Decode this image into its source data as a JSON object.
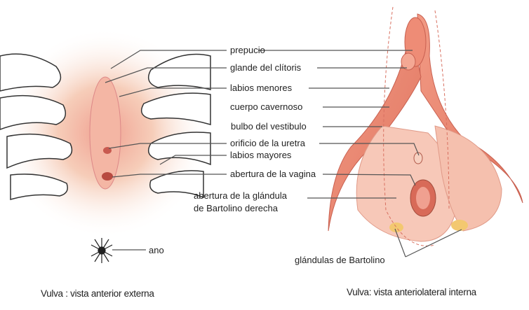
{
  "labels": {
    "prepucio": "prepucio",
    "glande": "glande del clítoris",
    "labios_menores": "labios menores",
    "cuerpo_cavernoso": "cuerpo cavernoso",
    "bulbo": "bulbo del vestibulo",
    "orificio_uretra": "orificio de la uretra",
    "labios_mayores": "labios mayores",
    "abertura_vagina": "abertura de la vagina",
    "bartolino_line1": "abertura de la glándula",
    "bartolino_line2": "de Bartolino derecha",
    "ano": "ano",
    "glandulas_bartolino": "glándulas de Bartolino"
  },
  "captions": {
    "left": "Vulva : vista anterior externa",
    "right": "Vulva: vista anteriolateral interna"
  },
  "colors": {
    "skin": "#f7dccb",
    "pink": "#f0a898",
    "salmon": "#e8806c",
    "line": "#555555"
  }
}
